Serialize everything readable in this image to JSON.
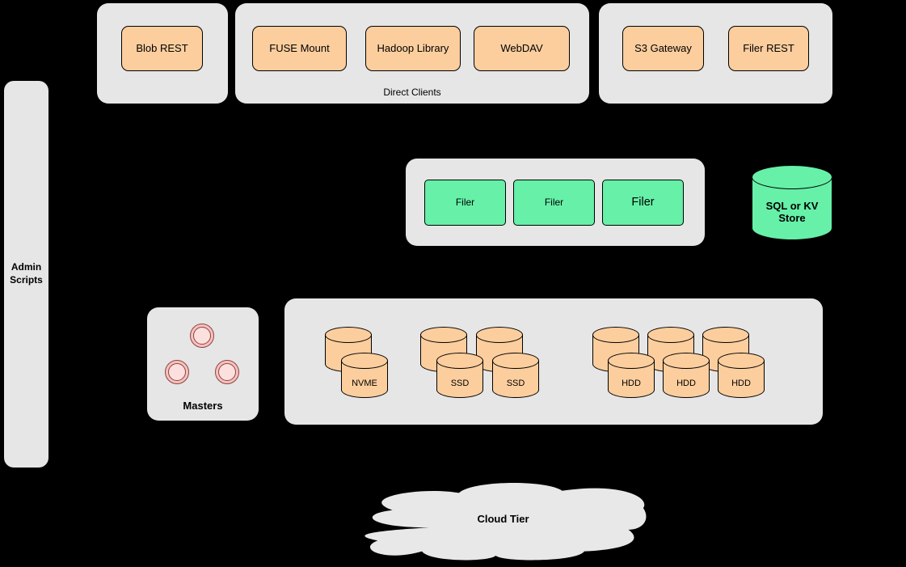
{
  "colors": {
    "background": "#000000",
    "group_fill": "#E6E6E6",
    "client_node_fill": "#FCCE9E",
    "filer_node_fill": "#66F0A8",
    "store_fill": "#66F0A8",
    "master_outer_fill": "#F5C2BF",
    "master_inner_fill": "#FBE0DE",
    "master_stroke": "#8F4340",
    "stroke": "#000000",
    "cloud_fill": "#E8E8E8"
  },
  "admin": {
    "label": "Admin Scripts"
  },
  "blob_group": {
    "items": [
      {
        "label": "Blob REST"
      }
    ]
  },
  "direct_clients": {
    "label": "Direct Clients",
    "items": [
      {
        "label": "FUSE Mount"
      },
      {
        "label": "Hadoop Library"
      },
      {
        "label": "WebDAV"
      }
    ]
  },
  "gateway_group": {
    "items": [
      {
        "label": "S3 Gateway"
      },
      {
        "label": "Filer REST"
      }
    ]
  },
  "filers": {
    "items": [
      {
        "label": "Filer"
      },
      {
        "label": "Filer"
      },
      {
        "label": "Filer"
      }
    ]
  },
  "store": {
    "label": "SQL or KV Store",
    "icon": "database-cylinder"
  },
  "masters": {
    "label": "Masters",
    "node_count": 3
  },
  "volumes": {
    "nvme": {
      "labels": [
        "NVME"
      ]
    },
    "ssd": {
      "labels": [
        "SSD",
        "SSD"
      ]
    },
    "hdd": {
      "labels": [
        "HDD",
        "HDD",
        "HDD"
      ]
    }
  },
  "cloud": {
    "label": "Cloud Tier",
    "icon": "cloud-shape"
  }
}
